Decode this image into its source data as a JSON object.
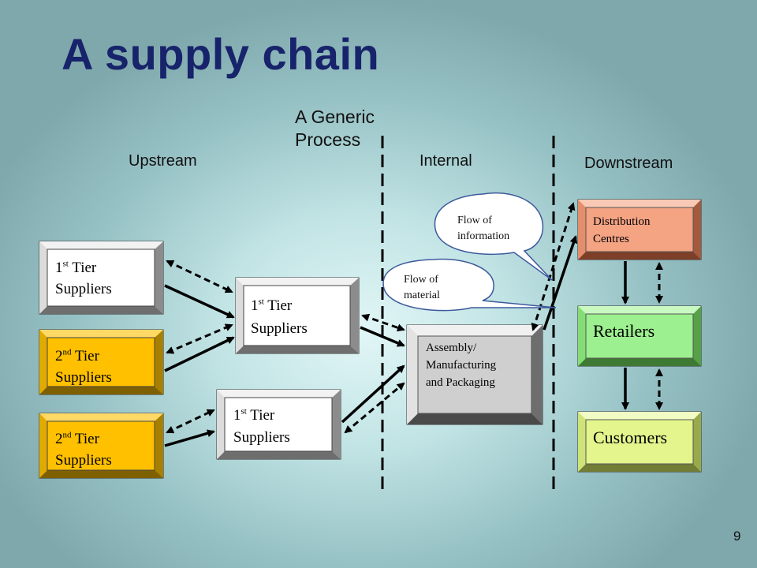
{
  "slide": {
    "title": "A supply chain",
    "subtitle_line1": "A Generic",
    "subtitle_line2": "Process",
    "page_number": "9"
  },
  "regions": {
    "upstream": "Upstream",
    "internal": "Internal",
    "downstream": "Downstream"
  },
  "nodes": {
    "far_supplier_1": {
      "num": "1",
      "ord": "st",
      "rest": "Tier",
      "line2": "Suppliers"
    },
    "far_supplier_2": {
      "num": "2",
      "ord": "nd",
      "rest": "Tier",
      "line2": "Suppliers"
    },
    "far_supplier_3": {
      "num": "2",
      "ord": "nd",
      "rest": " Tier",
      "line2": "Suppliers"
    },
    "mid_supplier_1": {
      "num": "1",
      "ord": "st",
      "rest": "Tier",
      "line2": "Suppliers"
    },
    "mid_supplier_2": {
      "num": "1",
      "ord": "st",
      "rest": "Tier",
      "line2": "Suppliers"
    },
    "assembly": {
      "line1": "Assembly/",
      "line2": "Manufacturing",
      "line3": "and Packaging"
    },
    "distribution": {
      "line1": "Distribution",
      "line2": "Centres"
    },
    "retailers": {
      "label": "Retailers"
    },
    "customers": {
      "label": "Customers"
    }
  },
  "callouts": {
    "information": {
      "line1": "Flow of",
      "line2": "information"
    },
    "material": {
      "line1": "Flow of",
      "line2": "material"
    }
  },
  "colors": {
    "title": "#17236a",
    "white_box": "#ffffff",
    "gold_box": "#ffc000",
    "salmon_box": "#f4a383",
    "green_box": "#9df08f",
    "lime_box": "#e3f58c",
    "grey_box": "#cfcfcf"
  }
}
